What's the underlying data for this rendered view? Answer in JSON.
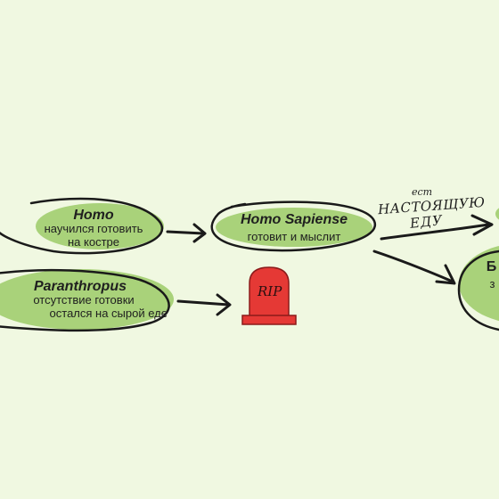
{
  "nodes": {
    "homo": {
      "title": "Homo",
      "line1": "научился готовить",
      "line2": "на костре"
    },
    "sapiens": {
      "title": "Homo Sapiense",
      "line1": "готовит и мыслит"
    },
    "paranthropus": {
      "title": "Paranthropus",
      "line1": "отсутствие готовки",
      "line2": "остался на сырой еде"
    },
    "partial_right_top": {
      "title": "Б",
      "line1": "з"
    }
  },
  "annotations": {
    "small": "ест",
    "big_line1": "НАСТОЯЩУЮ",
    "big_line2": "ЕДУ"
  },
  "tombstone": {
    "text": "RIP"
  },
  "colors": {
    "background": "#f0f8e1",
    "node_fill": "#a9d27a",
    "outline": "#1a1a1a",
    "tombstone": "#e53935"
  }
}
